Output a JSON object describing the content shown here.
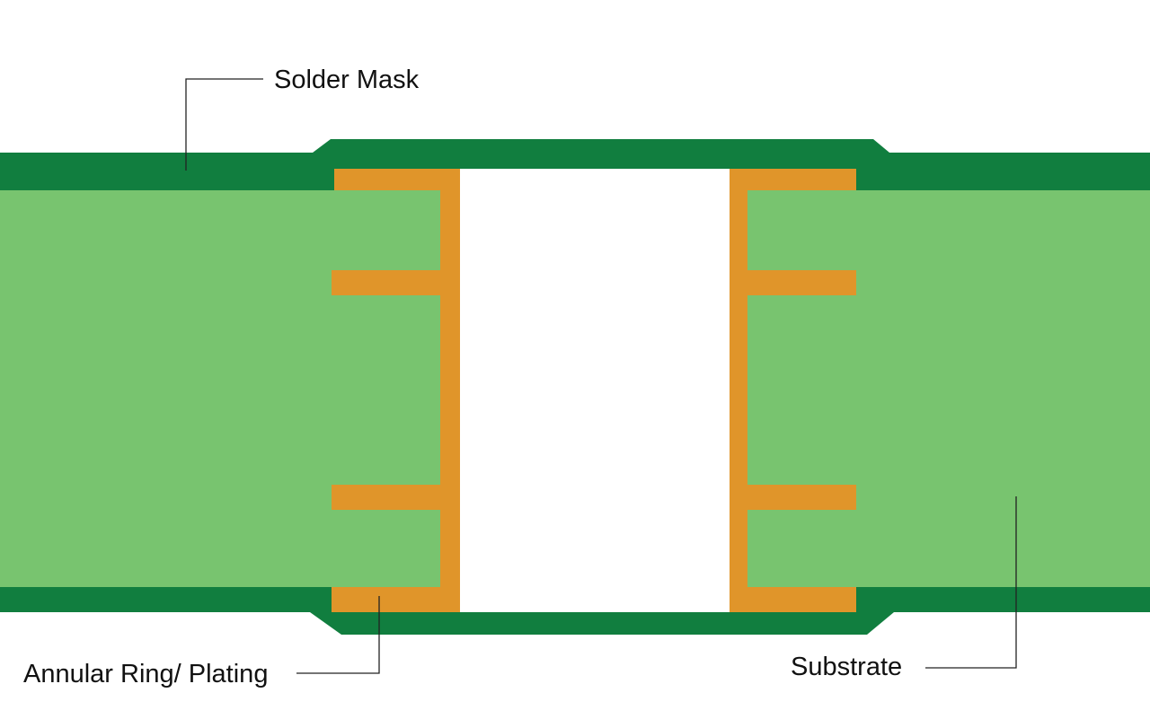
{
  "diagram": {
    "labels": {
      "solder_mask": "Solder Mask",
      "annular_ring": "Annular Ring/ Plating",
      "substrate": "Substrate"
    },
    "colors": {
      "solder_mask": "#117e3f",
      "substrate": "#78c46f",
      "copper": "#e0952a",
      "hole": "#ffffff",
      "text": "#111111"
    },
    "parts": [
      "solder-mask",
      "substrate",
      "copper-plating",
      "drilled-hole"
    ]
  }
}
